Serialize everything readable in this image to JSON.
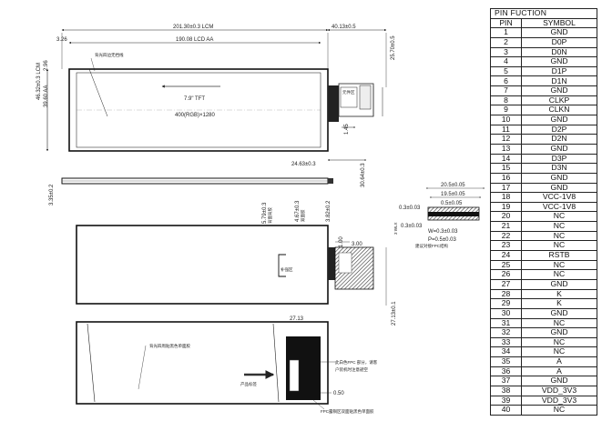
{
  "table": {
    "title": "PIN  FUCTION",
    "col_pin": "PIN",
    "col_symbol": "SYMBOL",
    "rows": [
      {
        "pin": "1",
        "symbol": "GND"
      },
      {
        "pin": "2",
        "symbol": "D0P"
      },
      {
        "pin": "3",
        "symbol": "D0N"
      },
      {
        "pin": "4",
        "symbol": "GND"
      },
      {
        "pin": "5",
        "symbol": "D1P"
      },
      {
        "pin": "6",
        "symbol": "D1N"
      },
      {
        "pin": "7",
        "symbol": "GND"
      },
      {
        "pin": "8",
        "symbol": "CLKP"
      },
      {
        "pin": "9",
        "symbol": "CLKN"
      },
      {
        "pin": "10",
        "symbol": "GND"
      },
      {
        "pin": "11",
        "symbol": "D2P"
      },
      {
        "pin": "12",
        "symbol": "D2N"
      },
      {
        "pin": "13",
        "symbol": "GND"
      },
      {
        "pin": "14",
        "symbol": "D3P"
      },
      {
        "pin": "15",
        "symbol": "D3N"
      },
      {
        "pin": "16",
        "symbol": "GND"
      },
      {
        "pin": "17",
        "symbol": "GND"
      },
      {
        "pin": "18",
        "symbol": "VCC-1V8"
      },
      {
        "pin": "19",
        "symbol": "VCC-1V8"
      },
      {
        "pin": "20",
        "symbol": "NC"
      },
      {
        "pin": "21",
        "symbol": "NC"
      },
      {
        "pin": "22",
        "symbol": "NC"
      },
      {
        "pin": "23",
        "symbol": "NC"
      },
      {
        "pin": "24",
        "symbol": "RSTB"
      },
      {
        "pin": "25",
        "symbol": "NC"
      },
      {
        "pin": "26",
        "symbol": "NC"
      },
      {
        "pin": "27",
        "symbol": "GND"
      },
      {
        "pin": "28",
        "symbol": "K"
      },
      {
        "pin": "29",
        "symbol": "K"
      },
      {
        "pin": "30",
        "symbol": "GND"
      },
      {
        "pin": "31",
        "symbol": "NC"
      },
      {
        "pin": "32",
        "symbol": "GND"
      },
      {
        "pin": "33",
        "symbol": "NC"
      },
      {
        "pin": "34",
        "symbol": "NC"
      },
      {
        "pin": "35",
        "symbol": "A"
      },
      {
        "pin": "36",
        "symbol": "A"
      },
      {
        "pin": "37",
        "symbol": "GND"
      },
      {
        "pin": "38",
        "symbol": "VDD_3V3"
      },
      {
        "pin": "39",
        "symbol": "VDD_3V3"
      },
      {
        "pin": "40",
        "symbol": "NC"
      }
    ]
  },
  "dimensions": {
    "lcm_width": "201.30±0.3  LCM",
    "side_width": "40.13±0.5",
    "aa_width": "190.08  LCD AA",
    "left_offset": "3.26",
    "top_offset": "2.96",
    "fpc_length": "25.70±0.5",
    "lcm_height": "46.32±0.3 LCM",
    "aa_height": "39.60 AA",
    "fpc_offset": "24.63±0.3",
    "fpc_pos": "30.64±0.3",
    "thickness": "3.35±0.2",
    "pad_offset_1": "5.79±0.3",
    "pad_offset_2": "4.67±0.3",
    "pad_offset_3": "3.82±0.2",
    "back_height": "27.13±0.1",
    "pitch_1": "20.5±0.05",
    "pitch_2": "19.5±0.05",
    "pitch_3": "0.5±0.05",
    "pad_w": "0.3±0.03",
    "pad_h": "0.3±0.03",
    "pad_w2": "W=0.3±0.03",
    "pad_p": "P=0.5±0.03",
    "fpc_thk": "3 WLX",
    "gap_1": "1.00",
    "gap_2": "3.00",
    "bottom_gap": "0.50",
    "t_mark": "27.13",
    "fpc_dim": "1.45"
  },
  "labels": {
    "tft": "7.9\" TFT",
    "resolution": "400(RGB)×1280",
    "top_note": "背光四边无挡线",
    "fpc_ic_note": "元件区",
    "connector_note": "建议对接FPC结构",
    "tape_note": "背光四周贴黑色单面胶",
    "fpc_note_1": "此白色FPC  部分，请客",
    "fpc_note_2": "户装机时注意避空",
    "fpc_bottom_note": "FPC露铜区双面贴黑色单面胶",
    "stiffener_note": "补强区",
    "back_label_small": "产品标签",
    "pad_label_1": "背面",
    "pad_label_2": "贴片",
    "side_note_1": "背面背胶",
    "side_note_2": "双面胶"
  }
}
